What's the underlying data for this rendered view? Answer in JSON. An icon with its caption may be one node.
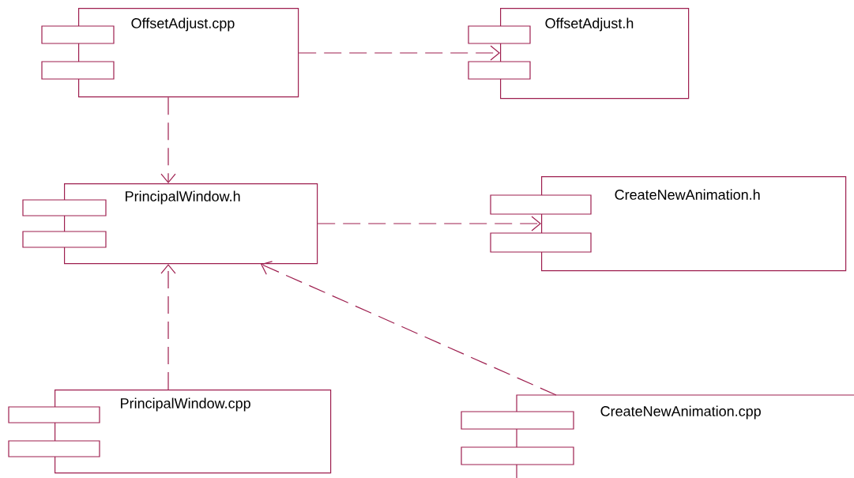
{
  "diagram": {
    "nodes": [
      {
        "text": [
          "OffsetAdjust.cpp"
        ]
      },
      {
        "text": [
          "OffsetAdjust.h"
        ]
      },
      {
        "text": [
          "PrincipalWindow.h"
        ]
      },
      {
        "text": [
          "CreateNewAnimation.h"
        ]
      },
      {
        "text": [
          "PrincipalWindow.cpp"
        ]
      },
      {
        "text": [
          "CreateNewAnimation.cpp"
        ]
      }
    ],
    "edges": [
      {
        "from": 0,
        "to": 1,
        "arrow": "to",
        "style": "dashed"
      },
      {
        "from": 0,
        "to": 2,
        "arrow": "to",
        "style": "dashed"
      },
      {
        "from": 2,
        "to": 3,
        "arrow": "to",
        "style": "dashed"
      },
      {
        "from": 4,
        "to": 2,
        "arrow": "to",
        "style": "dashed"
      },
      {
        "from": 5,
        "to": 2,
        "arrow": "to",
        "style": "dashed"
      }
    ]
  }
}
